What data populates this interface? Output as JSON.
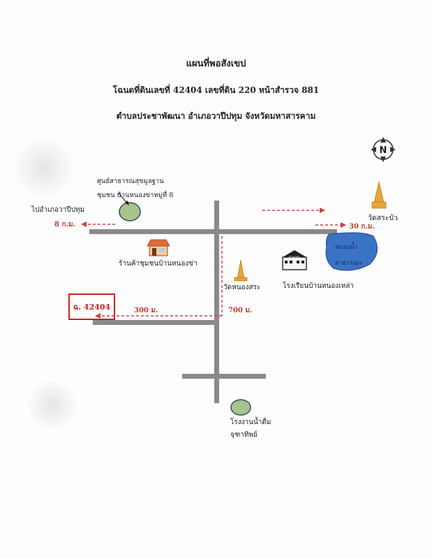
{
  "header": {
    "title": "แผนที่พอสังเขป",
    "subtitle": "โฉนดที่ดินเลขที่ 42404 เลขที่ดิน 220 หน้าสำรวจ 881",
    "location": "ตำบลประชาพัฒนา อำเภอวาปีปทุม จังหวัดมหาสารคาม"
  },
  "map": {
    "north_label": "N",
    "landmarks": {
      "health_center": "ศูนย์สาธารณสุขมูลฐานชุมชน บ้านหนองข่าหมู่ที่ 8",
      "shop": "ร้านค้าชุมชนบ้านหนองข่า",
      "temple_nong_sa": "วัดหนองสระ",
      "temple_sa_bua": "วัดสระบัว",
      "school": "โรงเรียนบ้านหนองเหล่า",
      "school_sign": "SCHOOL",
      "pond": "หนองน้ำ สาธารณะ",
      "water_plant": "โรงงานน้ำดื่ม จุฑาทิพย์",
      "parcel": "ฉ. 42404"
    },
    "directions": {
      "to_district": "ไปอำเภอวาปีปทุม",
      "west_distance": "8 ก.ม.",
      "east_distance": "30 ก.ม.",
      "parcel_distance": "300 ม.",
      "vertical_distance": "700 ม."
    },
    "colors": {
      "road": "#8a8a8a",
      "route_arrow": "#d04040",
      "parcel": "#cc2222",
      "pond": "#3b73c4",
      "green_marker": "#a9c48a",
      "temple": "#e8a33a"
    }
  }
}
